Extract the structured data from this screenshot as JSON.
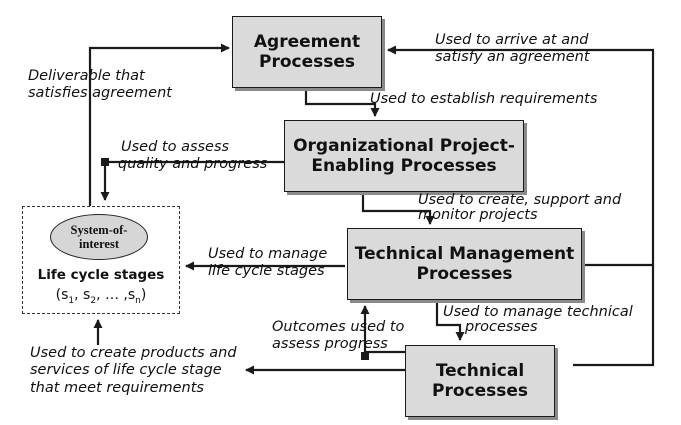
{
  "boxes": {
    "agreement": [
      "Agreement",
      "Processes"
    ],
    "org": [
      "Organizational Project-",
      "Enabling Processes"
    ],
    "techmgmt": [
      "Technical Management",
      "Processes"
    ],
    "technical": [
      "Technical",
      "Processes"
    ]
  },
  "system_of_interest": {
    "title": [
      "System-of-",
      "interest"
    ],
    "stages_label": "Life cycle stages",
    "sequence": {
      "open": "(s",
      "s1": "1",
      "s2": "2",
      "sn": "n",
      "sep1": ", s",
      "sep2": ", … ,s",
      "close": ")"
    }
  },
  "labels": {
    "deliverable": [
      "Deliverable that",
      "satisfies agreement"
    ],
    "arrive": [
      "Used to arrive at and",
      "satisfy an agreement"
    ],
    "establish": "Used to establish requirements",
    "assess_quality": [
      "Used to assess",
      "quality and progress"
    ],
    "create_support": [
      "Used to create, support and",
      "monitor projects"
    ],
    "manage_stages": [
      "Used to manage",
      "life cycle stages"
    ],
    "manage_technical": [
      "Used to manage technical",
      "processes"
    ],
    "outcomes": [
      "Outcomes used to",
      "assess progress"
    ],
    "create_products": [
      "Used to create products and",
      "services of life cycle stage",
      "that meet requirements"
    ]
  },
  "colors": {
    "box_fill": "#dadada",
    "box_shadow": "#8a8a8a",
    "line": "#1a1a1a"
  }
}
